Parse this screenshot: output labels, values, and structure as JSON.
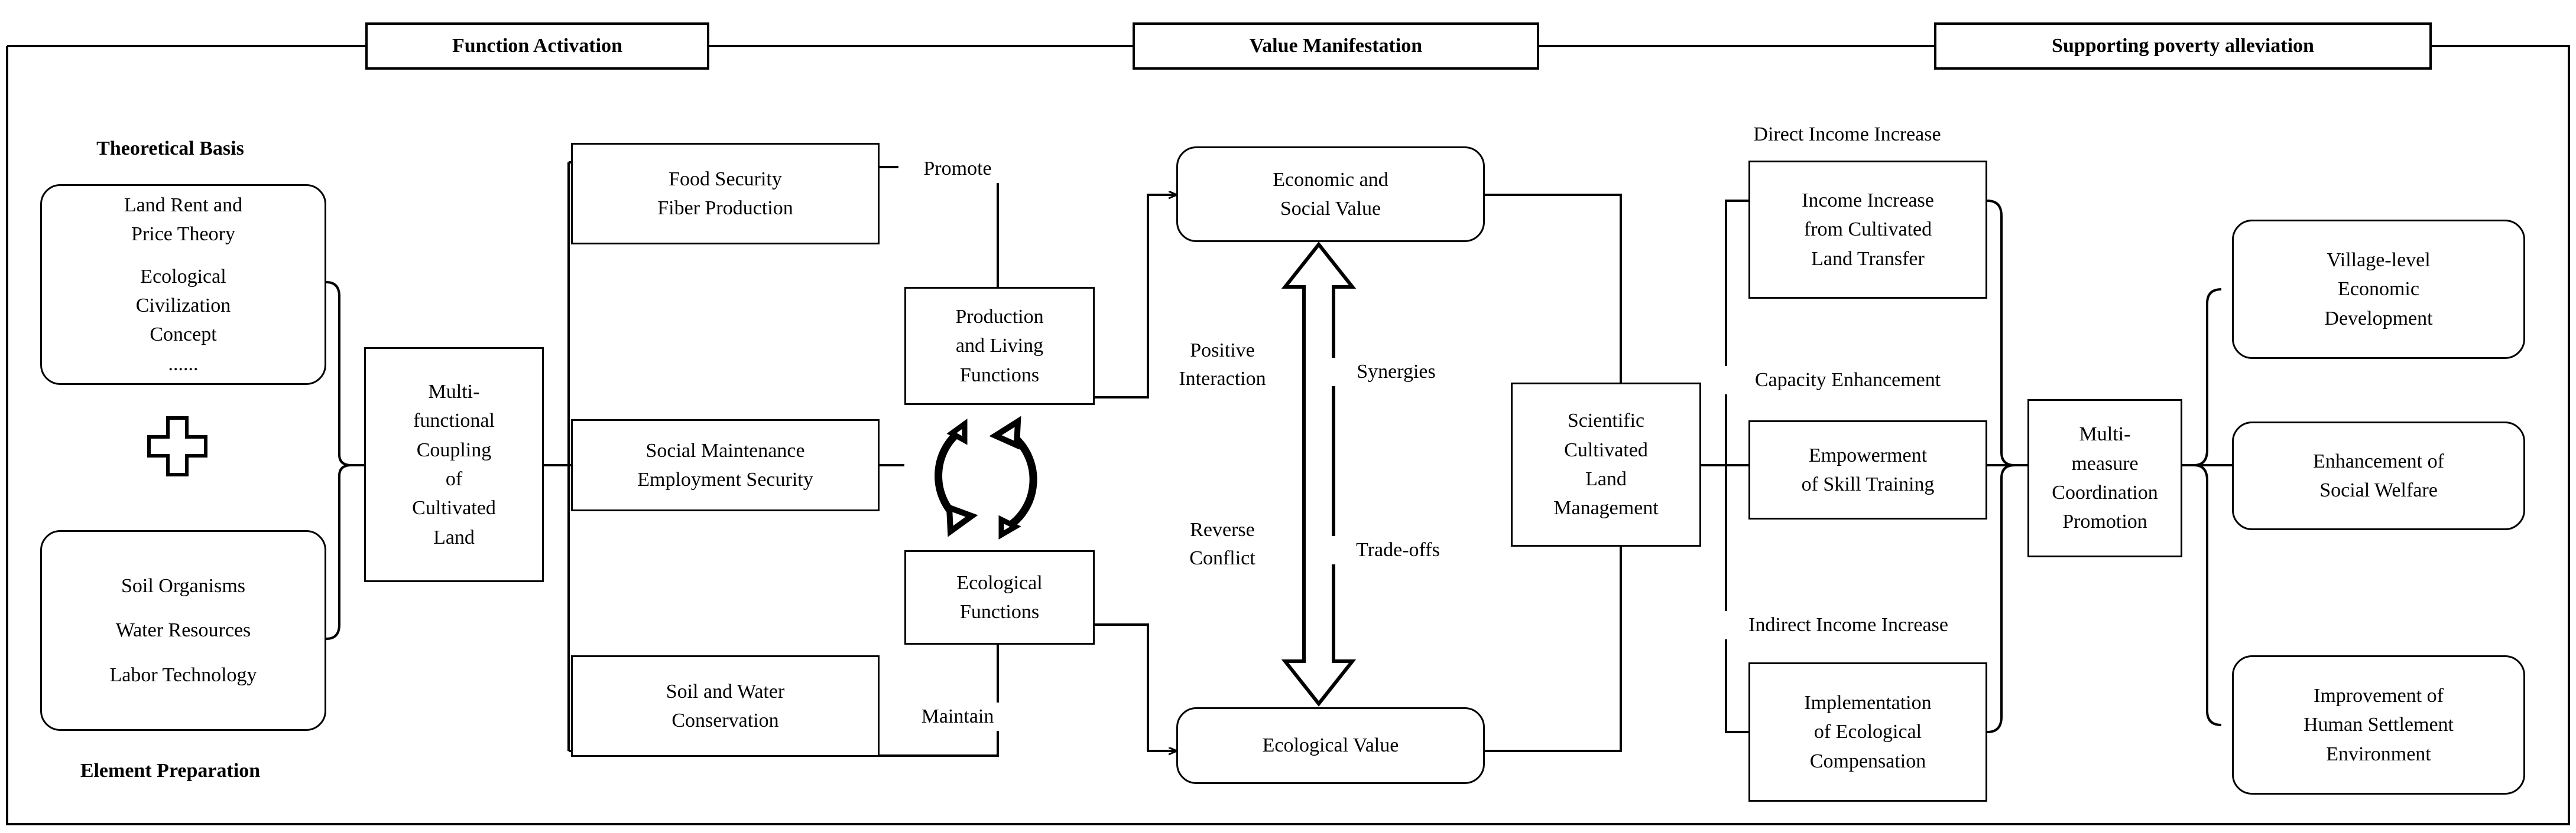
{
  "diagram": {
    "title_phases": [
      {
        "id": "phase-function-activation",
        "label": "Function Activation"
      },
      {
        "id": "phase-value-manifestation",
        "label": "Value Manifestation"
      },
      {
        "id": "phase-supporting-poverty-alleviation",
        "label": "Supporting poverty alleviation"
      }
    ],
    "section_labels": {
      "theoretical_basis": "Theoretical Basis",
      "element_preparation": "Element Preparation",
      "direct_income_increase": "Direct Income Increase",
      "capacity_enhancement": "Capacity Enhancement",
      "indirect_income_increase": "Indirect Income Increase"
    },
    "edge_labels": {
      "promote": "Promote",
      "maintain": "Maintain",
      "positive_interaction": [
        "Positive",
        "Interaction"
      ],
      "reverse_conflict": [
        "Reverse",
        "Conflict"
      ],
      "synergies": "Synergies",
      "trade_offs": "Trade-offs"
    },
    "nodes": {
      "theory_box": {
        "id": "theoretical-basis-box",
        "lines": [
          "Land Rent and",
          "Price Theory",
          "",
          "Ecological",
          "Civilization",
          "Concept",
          "......"
        ]
      },
      "element_box": {
        "id": "element-preparation-box",
        "lines": [
          "Soil    Organisms",
          "",
          "Water   Resources",
          "",
          "Labor   Technology"
        ]
      },
      "coupling": {
        "id": "multifunctional-coupling-box",
        "lines": [
          "Multi-",
          "functional",
          "Coupling",
          "of",
          "Cultivated",
          "Land"
        ]
      },
      "food_security": {
        "id": "food-security-box",
        "lines": [
          "Food Security",
          "Fiber Production"
        ]
      },
      "social_maintenance": {
        "id": "social-maintenance-box",
        "lines": [
          "Social Maintenance",
          "Employment Security"
        ]
      },
      "soil_water": {
        "id": "soil-and-water-conservation-box",
        "lines": [
          "Soil and Water",
          "Conservation"
        ]
      },
      "production_living": {
        "id": "production-and-living-functions-box",
        "lines": [
          "Production",
          "and Living",
          "Functions"
        ]
      },
      "ecological_functions": {
        "id": "ecological-functions-box",
        "lines": [
          "Ecological",
          "Functions"
        ]
      },
      "economic_social_value": {
        "id": "economic-and-social-value-box",
        "lines": [
          "Economic and",
          "Social Value"
        ]
      },
      "ecological_value": {
        "id": "ecological-value-box",
        "lines": [
          "Ecological Value"
        ]
      },
      "scientific_management": {
        "id": "scientific-cultivated-land-management-box",
        "lines": [
          "Scientific",
          "Cultivated",
          "Land",
          "Management"
        ]
      },
      "income_transfer": {
        "id": "income-increase-from-cultivated-land-transfer-box",
        "lines": [
          "Income Increase",
          "from Cultivated",
          "Land Transfer"
        ]
      },
      "skill_training": {
        "id": "empowerment-of-skill-training-box",
        "lines": [
          "Empowerment",
          "of Skill Training"
        ]
      },
      "ecological_compensation": {
        "id": "implementation-of-ecological-compensation-box",
        "lines": [
          "Implementation",
          "of Ecological",
          "Compensation"
        ]
      },
      "multi_measure": {
        "id": "multi-measure-coordination-promotion-box",
        "lines": [
          "Multi-",
          "measure",
          "Coordination",
          "Promotion"
        ]
      },
      "village_economic": {
        "id": "village-level-economic-development-box",
        "lines": [
          "Village-level",
          "Economic",
          "Development"
        ]
      },
      "social_welfare": {
        "id": "enhancement-of-social-welfare-box",
        "lines": [
          "Enhancement of",
          "Social Welfare"
        ]
      },
      "human_settlement": {
        "id": "improvement-of-human-settlement-environment-box",
        "lines": [
          "Improvement of",
          "Human Settlement",
          "Environment"
        ]
      }
    },
    "colors": {
      "stroke": "#000000",
      "background": "#ffffff"
    }
  }
}
